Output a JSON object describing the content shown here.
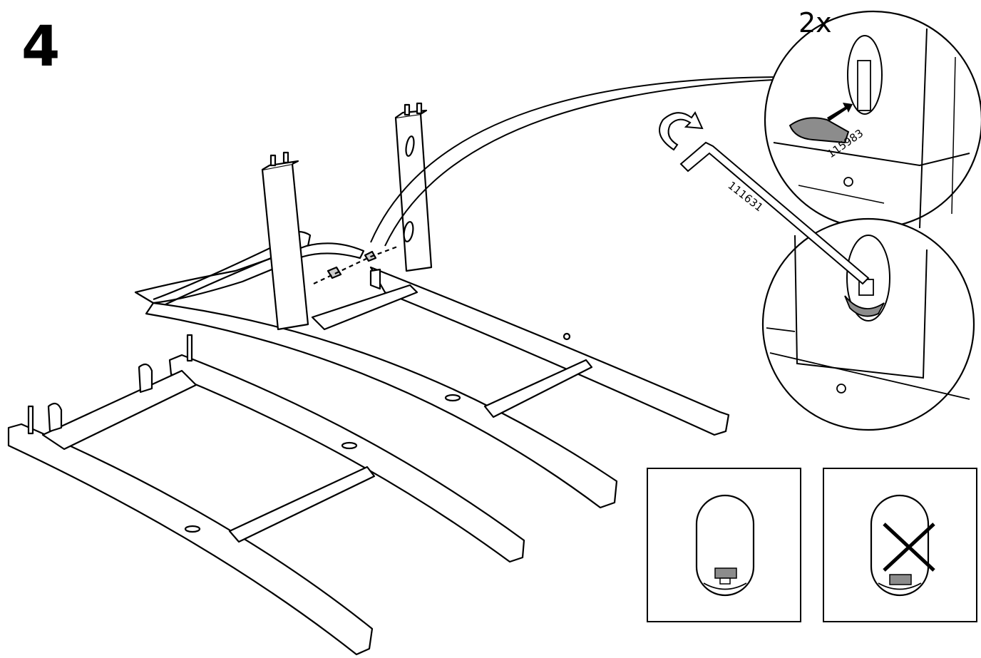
{
  "step": {
    "number": "4"
  },
  "detail": {
    "quantity": "2x"
  },
  "parts": {
    "connector_code": "115983",
    "key_code": "111631"
  },
  "panels": [
    {
      "kind": "correct"
    },
    {
      "kind": "incorrect"
    }
  ],
  "colors": {
    "line": "#000000",
    "paper": "#ffffff",
    "part_fill": "#8c8c8c"
  }
}
